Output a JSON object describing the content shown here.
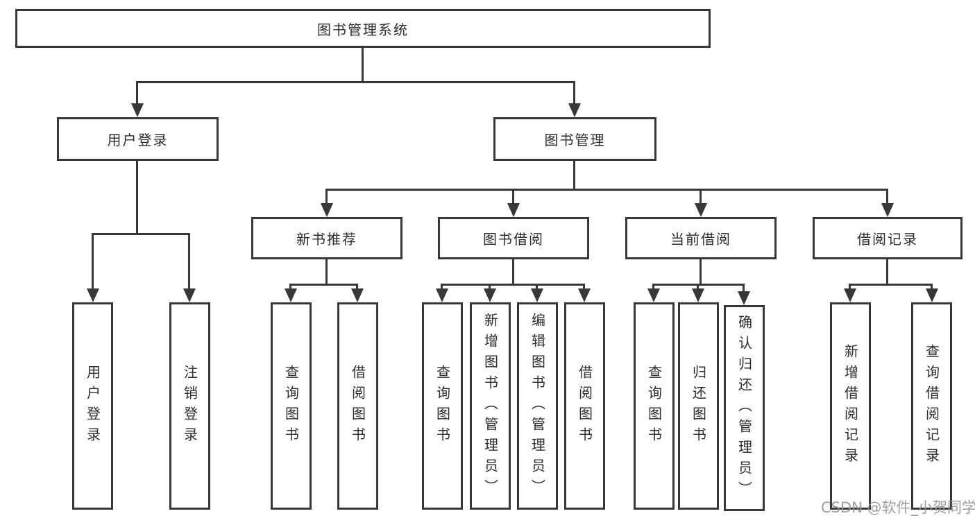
{
  "diagram": {
    "watermark": "CSDN @软件_小贺同学",
    "colors": {
      "line": "#383838",
      "text": "#2d2d2d",
      "watermark": "#949494",
      "background": "#ffffff"
    },
    "nodes": {
      "root": {
        "label": "图书管理系统"
      },
      "user_login": {
        "label": "用户登录"
      },
      "book_management": {
        "label": "图书管理"
      },
      "new_book_recommend": {
        "label": "新书推荐"
      },
      "book_borrowing": {
        "label": "图书借阅"
      },
      "current_borrowing": {
        "label": "当前借阅"
      },
      "borrowing_records": {
        "label": "借阅记录"
      },
      "leaves": {
        "user_login": {
          "label": "用户登录"
        },
        "logout": {
          "label": "注销登录"
        },
        "query_books_recommend": {
          "label": "查询图书"
        },
        "borrow_books_recommend": {
          "label": "借阅图书"
        },
        "query_books_borrowing": {
          "label": "查询图书"
        },
        "add_book_admin": {
          "label": "新增图书（管理员）"
        },
        "edit_book_admin": {
          "label": "编辑图书（管理员）"
        },
        "borrow_books_borrowing": {
          "label": "借阅图书"
        },
        "query_books_current": {
          "label": "查询图书"
        },
        "return_book": {
          "label": "归还图书"
        },
        "confirm_return_admin": {
          "label": "确认归还（管理员）"
        },
        "add_borrow_record": {
          "label": "新增借阅记录"
        },
        "query_borrow_record": {
          "label": "查询借阅记录"
        }
      }
    }
  }
}
